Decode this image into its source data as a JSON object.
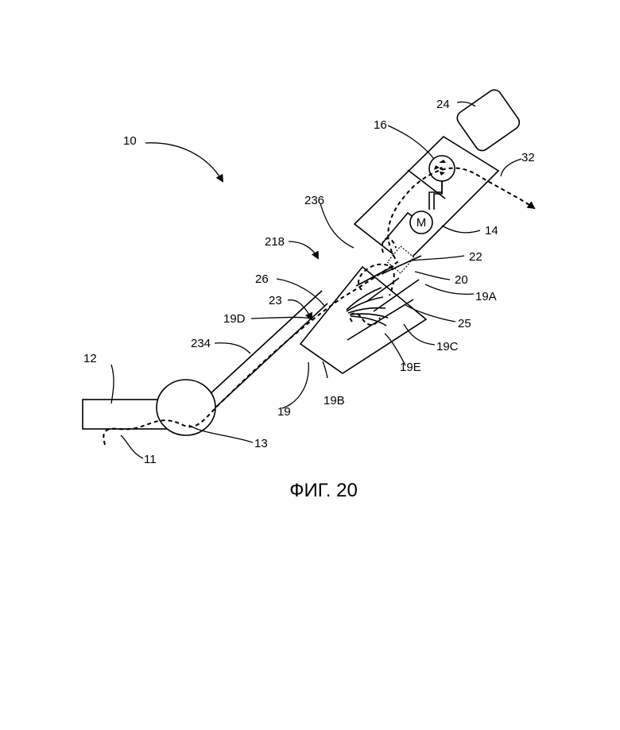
{
  "figure": {
    "caption": "ФИГ. 20",
    "labels": {
      "l10": "10",
      "l12": "12",
      "l11": "11",
      "l13": "13",
      "l234": "234",
      "l19d": "19D",
      "l23": "23",
      "l26": "26",
      "l218": "218",
      "l236": "236",
      "l16": "16",
      "l24": "24",
      "l32": "32",
      "l14": "14",
      "l22": "22",
      "l20": "20",
      "l19a": "19A",
      "l25": "25",
      "l19c": "19C",
      "l19e": "19E",
      "l19b": "19B",
      "l19": "19",
      "motor": "M"
    }
  }
}
